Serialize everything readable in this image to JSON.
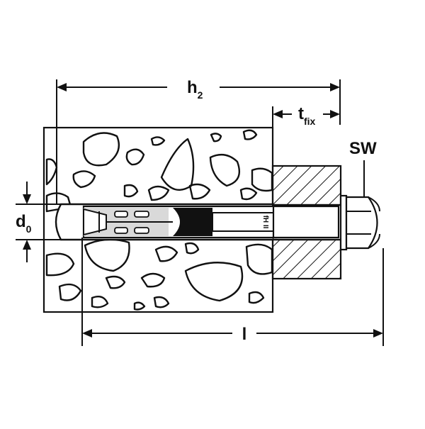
{
  "dimensions": {
    "h2": {
      "base": "h",
      "sub": "2"
    },
    "tfix": {
      "base": "t",
      "sub": "fix"
    },
    "sw": {
      "base": "SW"
    },
    "d0": {
      "base": "d",
      "sub": "0"
    },
    "l": {
      "base": "l"
    }
  },
  "anchor_marking": "fH II",
  "colors": {
    "ink": "#111111",
    "background": "#ffffff",
    "shell": "#d9d9d9"
  }
}
